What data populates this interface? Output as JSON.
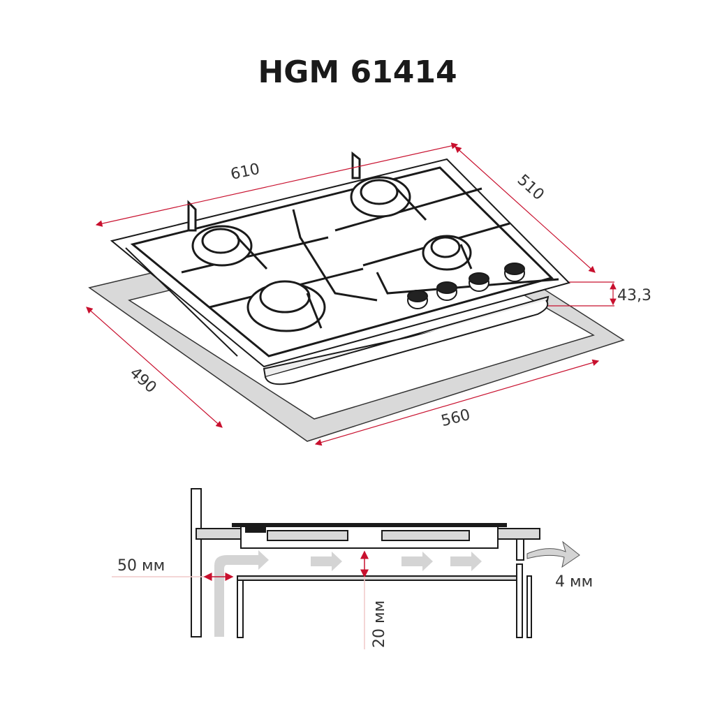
{
  "title": "HGM 61414",
  "dimensions": {
    "width_top": "610",
    "depth_top": "510",
    "height": "43,3",
    "cutout_depth": "490",
    "cutout_width": "560"
  },
  "installation": {
    "side_gap": "50 мм",
    "bottom_gap": "20 мм",
    "vent_gap": "4 мм"
  },
  "colors": {
    "dimension": "#c8102e",
    "outline": "#1a1a1a",
    "cutout": "#d9d9d9",
    "airflow": "#d4d4d4"
  }
}
